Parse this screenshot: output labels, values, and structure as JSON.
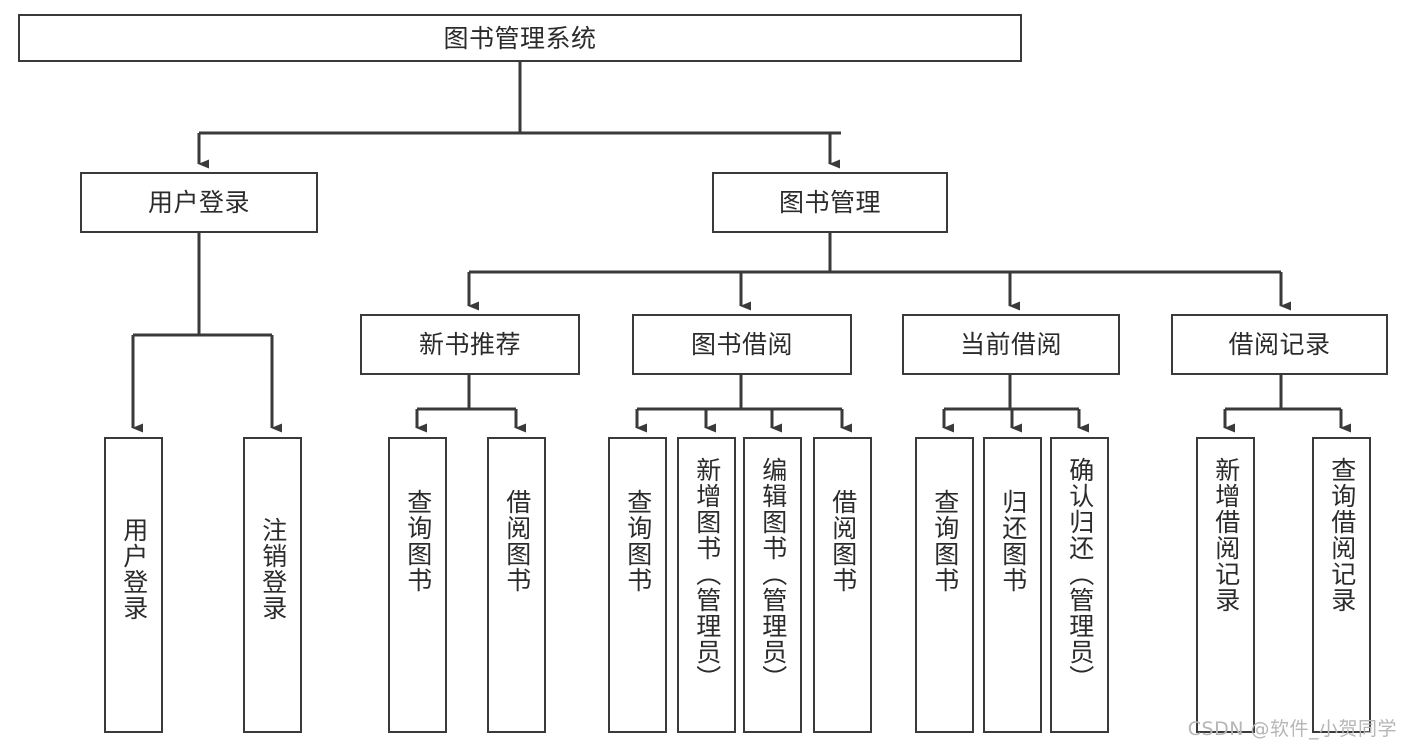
{
  "diagram": {
    "type": "tree-hierarchy-chart",
    "title": "图书管理系统",
    "orientation": "top-down",
    "edge_style": "orthogonal-arrow",
    "colors": {
      "border": "#3a3a3a",
      "background": "#ffffff",
      "text": "#2b2b2b",
      "watermark": "#b6b6b6"
    },
    "root": {
      "label": "图书管理系统"
    },
    "level1": [
      {
        "label": "用户登录"
      },
      {
        "label": "图书管理"
      }
    ],
    "level2": [
      {
        "label": "新书推荐"
      },
      {
        "label": "图书借阅"
      },
      {
        "label": "当前借阅"
      },
      {
        "label": "借阅记录"
      }
    ],
    "leaves": {
      "user_login": [
        {
          "label": "用户登录"
        },
        {
          "label": "注销登录"
        }
      ],
      "new_book_recommend": [
        {
          "label": "查询图书"
        },
        {
          "label": "借阅图书"
        }
      ],
      "book_borrow": [
        {
          "label": "查询图书"
        },
        {
          "label": "新增图书（管理员）"
        },
        {
          "label": "编辑图书（管理员）"
        },
        {
          "label": "借阅图书"
        }
      ],
      "current_borrow": [
        {
          "label": "查询图书"
        },
        {
          "label": "归还图书"
        },
        {
          "label": "确认归还（管理员）"
        }
      ],
      "borrow_record": [
        {
          "label": "新增借阅记录"
        },
        {
          "label": "查询借阅记录"
        }
      ]
    }
  },
  "watermark": {
    "text": "CSDN @软件_小贺同学"
  }
}
